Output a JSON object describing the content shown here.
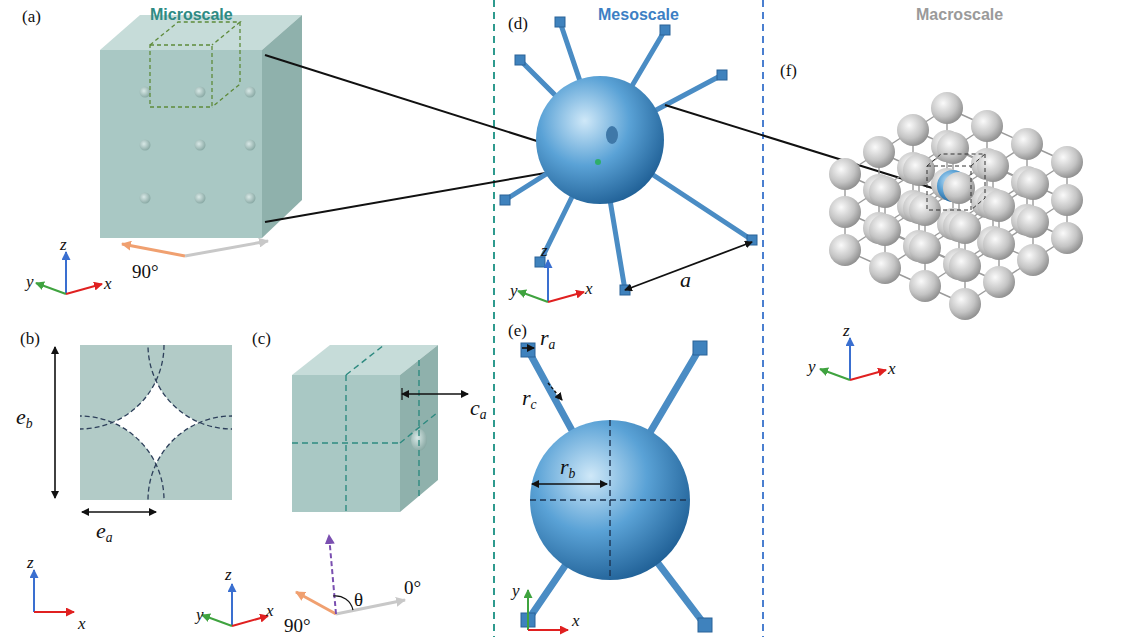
{
  "diagram": {
    "labels": [
      "(a)",
      "Microscale",
      "y",
      "z",
      "x",
      "90°",
      "(b)",
      "eb",
      "ea",
      "z",
      "x",
      "(c)",
      "ca",
      "θ",
      "90°",
      "0°",
      "z",
      "y",
      "x",
      "(d)",
      "Mesoscale",
      "a",
      "z",
      "y",
      "x",
      "(e)",
      "ra",
      "rc",
      "rb",
      "y",
      "x",
      "(f)",
      "Macroscale",
      "z",
      "y",
      "x"
    ]
  }
}
